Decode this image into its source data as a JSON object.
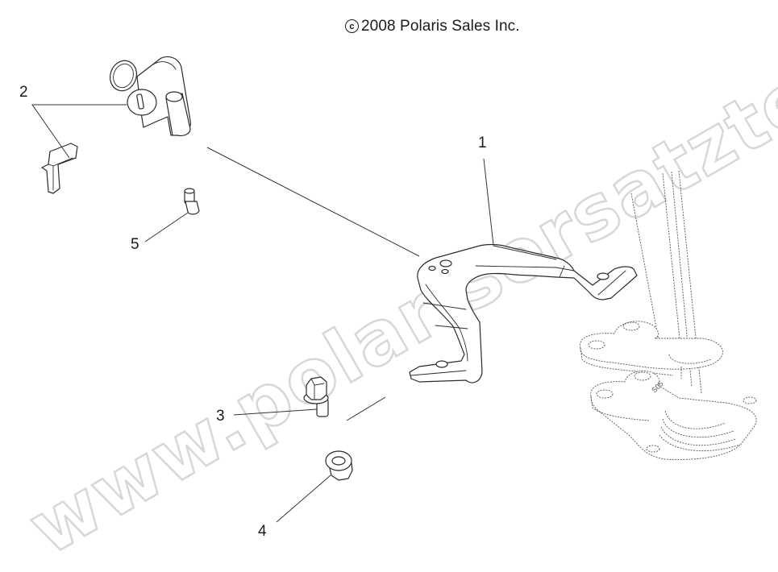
{
  "diagram": {
    "copyright": {
      "symbol": "c",
      "text": "2008 Polaris Sales Inc."
    },
    "watermark": "www.polarisersatzteile.de",
    "callouts": [
      {
        "id": 1,
        "label": "1",
        "part": "mounting-bracket"
      },
      {
        "id": 2,
        "label": "2",
        "part": "ignition-switch-and-key"
      },
      {
        "id": 3,
        "label": "3",
        "part": "flange-bolt"
      },
      {
        "id": 4,
        "label": "4",
        "part": "flange-nut"
      },
      {
        "id": 5,
        "label": "5",
        "part": "small-pin-fastener"
      }
    ],
    "reference_assembly": "steering-column-mount (phantom)",
    "colors": {
      "line": "#2a2a2a",
      "watermark": "#d7d7d7",
      "background": "#ffffff"
    }
  }
}
